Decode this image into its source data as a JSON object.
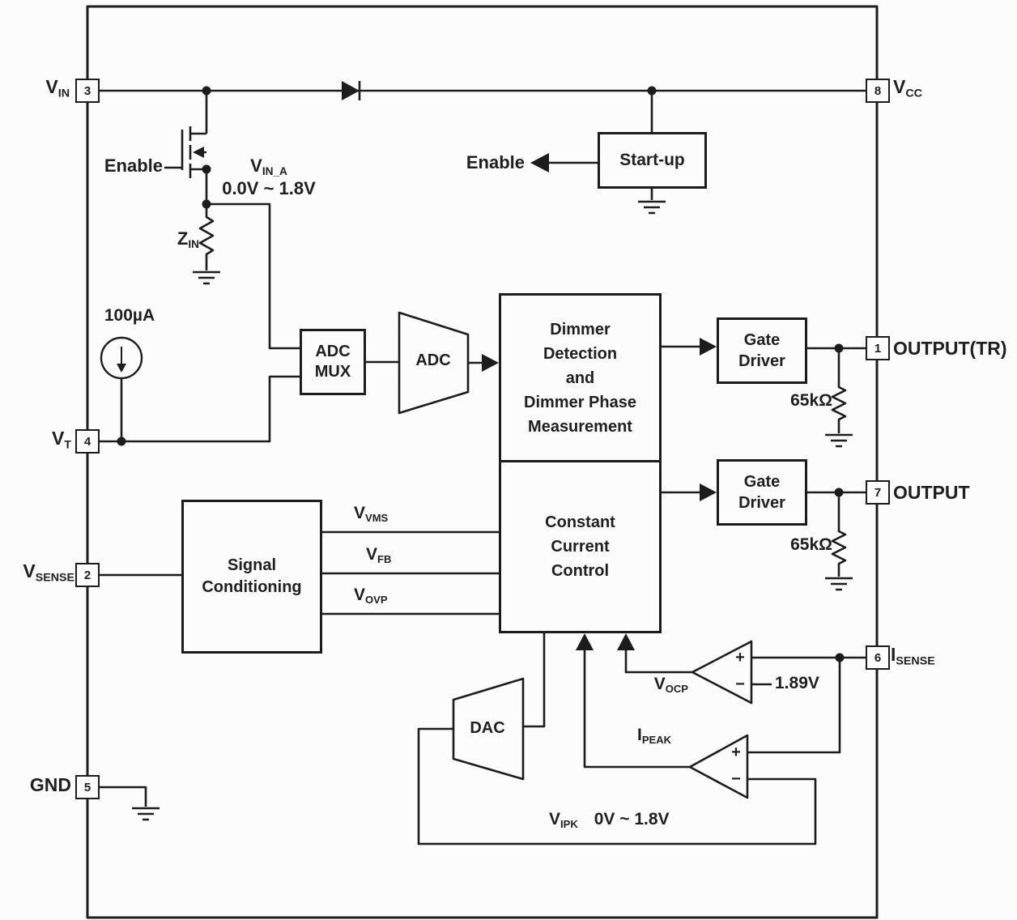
{
  "pins": {
    "vin": {
      "number": "3",
      "main": "V",
      "sub": "IN"
    },
    "vcc": {
      "number": "8",
      "main": "V",
      "sub": "CC"
    },
    "output_tr": {
      "number": "1",
      "main": "OUTPUT(TR)"
    },
    "output": {
      "number": "7",
      "main": "OUTPUT"
    },
    "isense": {
      "number": "6",
      "main": "I",
      "sub": "SENSE"
    },
    "vsense": {
      "number": "2",
      "main": "V",
      "sub": "SENSE"
    },
    "vt": {
      "number": "4",
      "main": "V",
      "sub": "T"
    },
    "gnd": {
      "number": "5",
      "main": "GND"
    }
  },
  "blocks": {
    "startup": "Start-up",
    "adc_mux": [
      "ADC",
      "MUX"
    ],
    "adc": "ADC",
    "dimmer": [
      "Dimmer",
      "Detection",
      "and",
      "Dimmer Phase",
      "Measurement"
    ],
    "ccc": [
      "Constant",
      "Current",
      "Control"
    ],
    "gate_driver_1": [
      "Gate",
      "Driver"
    ],
    "gate_driver_2": [
      "Gate",
      "Driver"
    ],
    "signal_conditioning": [
      "Signal",
      "Conditioning"
    ],
    "dac": "DAC"
  },
  "labels": {
    "enable_mosfet": "Enable",
    "enable_startup": "Enable",
    "vin_a": {
      "main": "V",
      "sub": "IN_A"
    },
    "vin_a_range": "0.0V ~ 1.8V",
    "zin": {
      "main": "Z",
      "sub": "IN"
    },
    "current_source": "100µA",
    "vvms": {
      "main": "V",
      "sub": "VMS"
    },
    "vfb": {
      "main": "V",
      "sub": "FB"
    },
    "vovp": {
      "main": "V",
      "sub": "OVP"
    },
    "vocp": {
      "main": "V",
      "sub": "OCP"
    },
    "ipeak": {
      "main": "I",
      "sub": "PEAK"
    },
    "vipk": {
      "main": "V",
      "sub": "IPK"
    },
    "vipk_range": "0V ~ 1.8V",
    "ref_voltage": "1.89V",
    "resistor_1": "65kΩ",
    "resistor_2": "65kΩ",
    "comp_plus": "+",
    "comp_minus": "−"
  },
  "colors": {
    "line": "#1c1c1c",
    "text": "#1f1f1f",
    "background": "#fcfcfc"
  }
}
